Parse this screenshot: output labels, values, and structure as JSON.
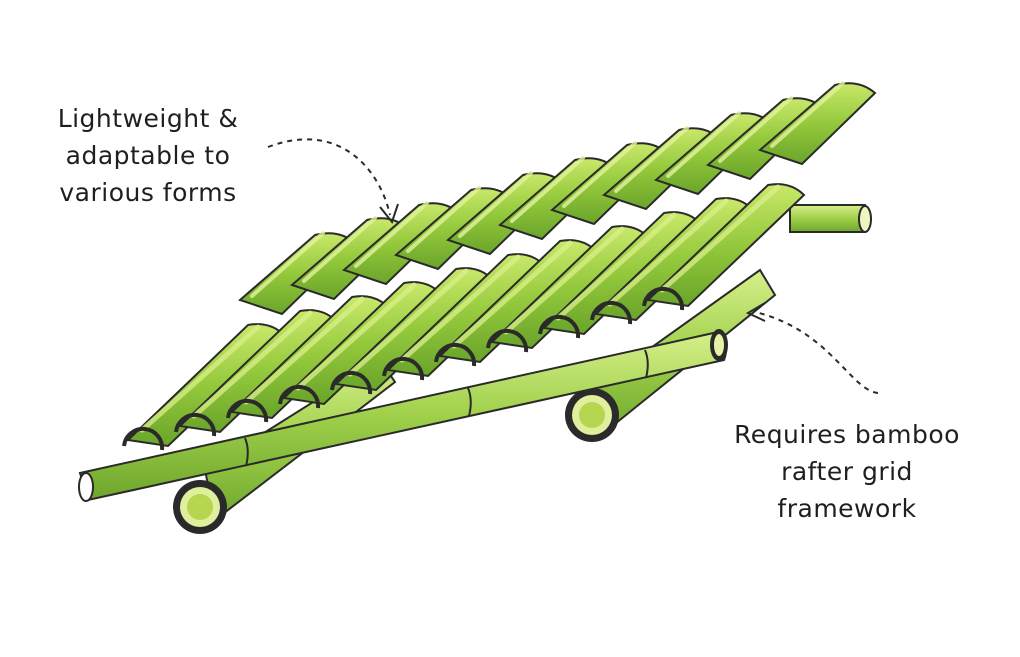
{
  "annotations": {
    "left": {
      "lines": [
        "Lightweight &",
        "adaptable to",
        "various forms"
      ]
    },
    "right": {
      "lines": [
        "Requires bamboo",
        "rafter grid",
        "framework"
      ]
    }
  },
  "colors": {
    "bamboo_light": "#b9dd55",
    "bamboo_mid": "#8cc63f",
    "bamboo_dark": "#5e9a1f",
    "outline": "#2a2a2a",
    "tube_inner": "#f1f7c4"
  },
  "illustration": {
    "subject": "half-bamboo-tile-roof",
    "tile_count": 11,
    "rafter_count": 3
  }
}
